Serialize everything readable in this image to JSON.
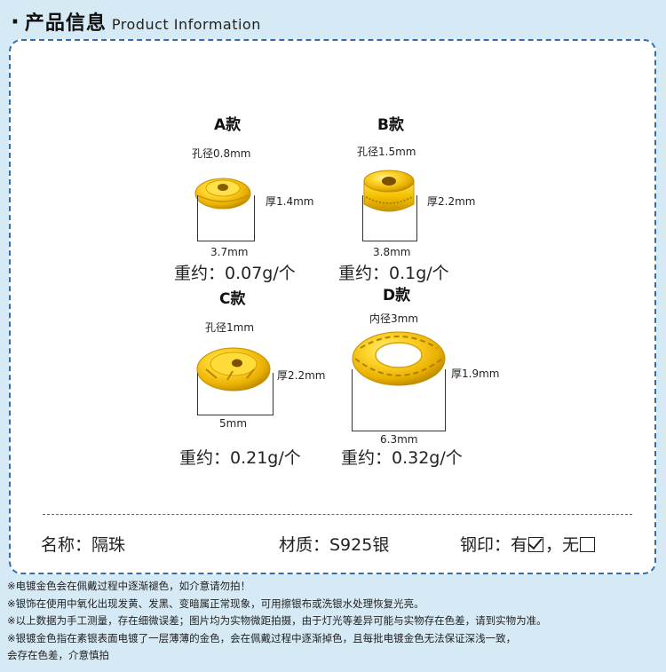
{
  "header": {
    "bullet": "·",
    "title_cn": "产品信息",
    "title_en": "Product Information"
  },
  "models": [
    {
      "id": "a",
      "title": "A款",
      "hole": "孔径0.8mm",
      "thickness": "厚1.4mm",
      "width": "3.7mm",
      "weight": "重约：0.07g/个"
    },
    {
      "id": "b",
      "title": "B款",
      "hole": "孔径1.5mm",
      "thickness": "厚2.2mm",
      "width": "3.8mm",
      "weight": "重约：0.1g/个"
    },
    {
      "id": "c",
      "title": "C款",
      "hole": "孔径1mm",
      "thickness": "厚2.2mm",
      "width": "5mm",
      "weight": "重约：0.21g/个"
    },
    {
      "id": "d",
      "title": "D款",
      "hole": "内径3mm",
      "thickness": "厚1.9mm",
      "width": "6.3mm",
      "weight": "重约：0.32g/个"
    }
  ],
  "info": {
    "name": "名称：隔珠",
    "material": "材质：S925银",
    "stamp_label": "钢印：",
    "stamp_yes": "有",
    "stamp_sep": "，",
    "stamp_no": "无"
  },
  "notes": [
    "※电镀金色会在佩戴过程中逐渐褪色，如介意请勿拍！",
    "※银饰在使用中氧化出现发黄、发黑、变暗属正常现象，可用擦银布或洗银水处理恢复光亮。",
    "※以上数据为手工测量，存在细微误差；图片均为实物微距拍摄，由于灯光等差异可能与实物存在色差，请到实物为准。",
    "※银镀金色指在素银表面电镀了一层薄薄的金色，会在佩戴过程中逐渐掉色，且每批电镀金色无法保证深浅一致，",
    "会存在色差，介意慎拍"
  ],
  "colors": {
    "background": "#d6eaf6",
    "card_border": "#2f6fb0",
    "gold": "#f2c21a"
  }
}
